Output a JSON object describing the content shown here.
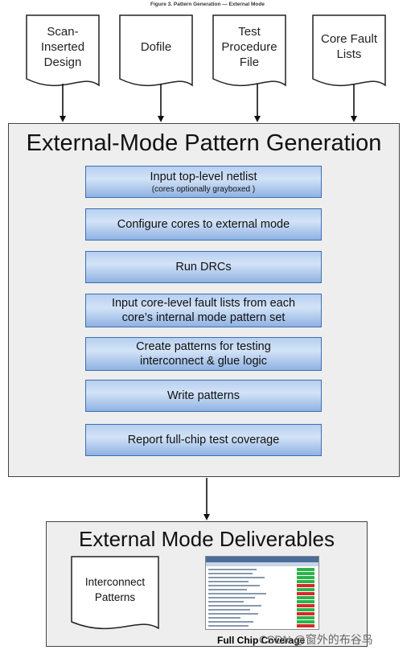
{
  "figure_title": "Figure 3. Pattern Generation — External Mode",
  "inputs": [
    {
      "label": "Scan-\nInserted\nDesign"
    },
    {
      "label": "Dofile"
    },
    {
      "label": "Test\nProcedure\nFile"
    },
    {
      "label": "Core Fault\nLists"
    }
  ],
  "main": {
    "title": "External-Mode Pattern Generation",
    "steps": [
      {
        "label": "Input top-level netlist",
        "sub": "(cores optionally grayboxed )"
      },
      {
        "label": "Configure cores to external mode"
      },
      {
        "label": "Run DRCs"
      },
      {
        "label": "Input core-level fault lists from each\ncore’s internal mode pattern set"
      },
      {
        "label": "Create patterns for testing\ninterconnect & glue logic"
      },
      {
        "label": "Write patterns"
      },
      {
        "label": "Report full-chip test coverage"
      }
    ]
  },
  "deliverables": {
    "title": "External Mode Deliverables",
    "doc_label": "Interconnect\nPatterns",
    "screenshot_caption": "Full Chip Coverage"
  },
  "watermark": "CSDN @窗外的布谷鸟",
  "colors": {
    "step_fill": "#b6cff0",
    "step_border": "#3c6fb3",
    "panel_fill": "#eeeeee",
    "coverage_good": "#2db34a",
    "coverage_bad": "#d22b2b"
  }
}
